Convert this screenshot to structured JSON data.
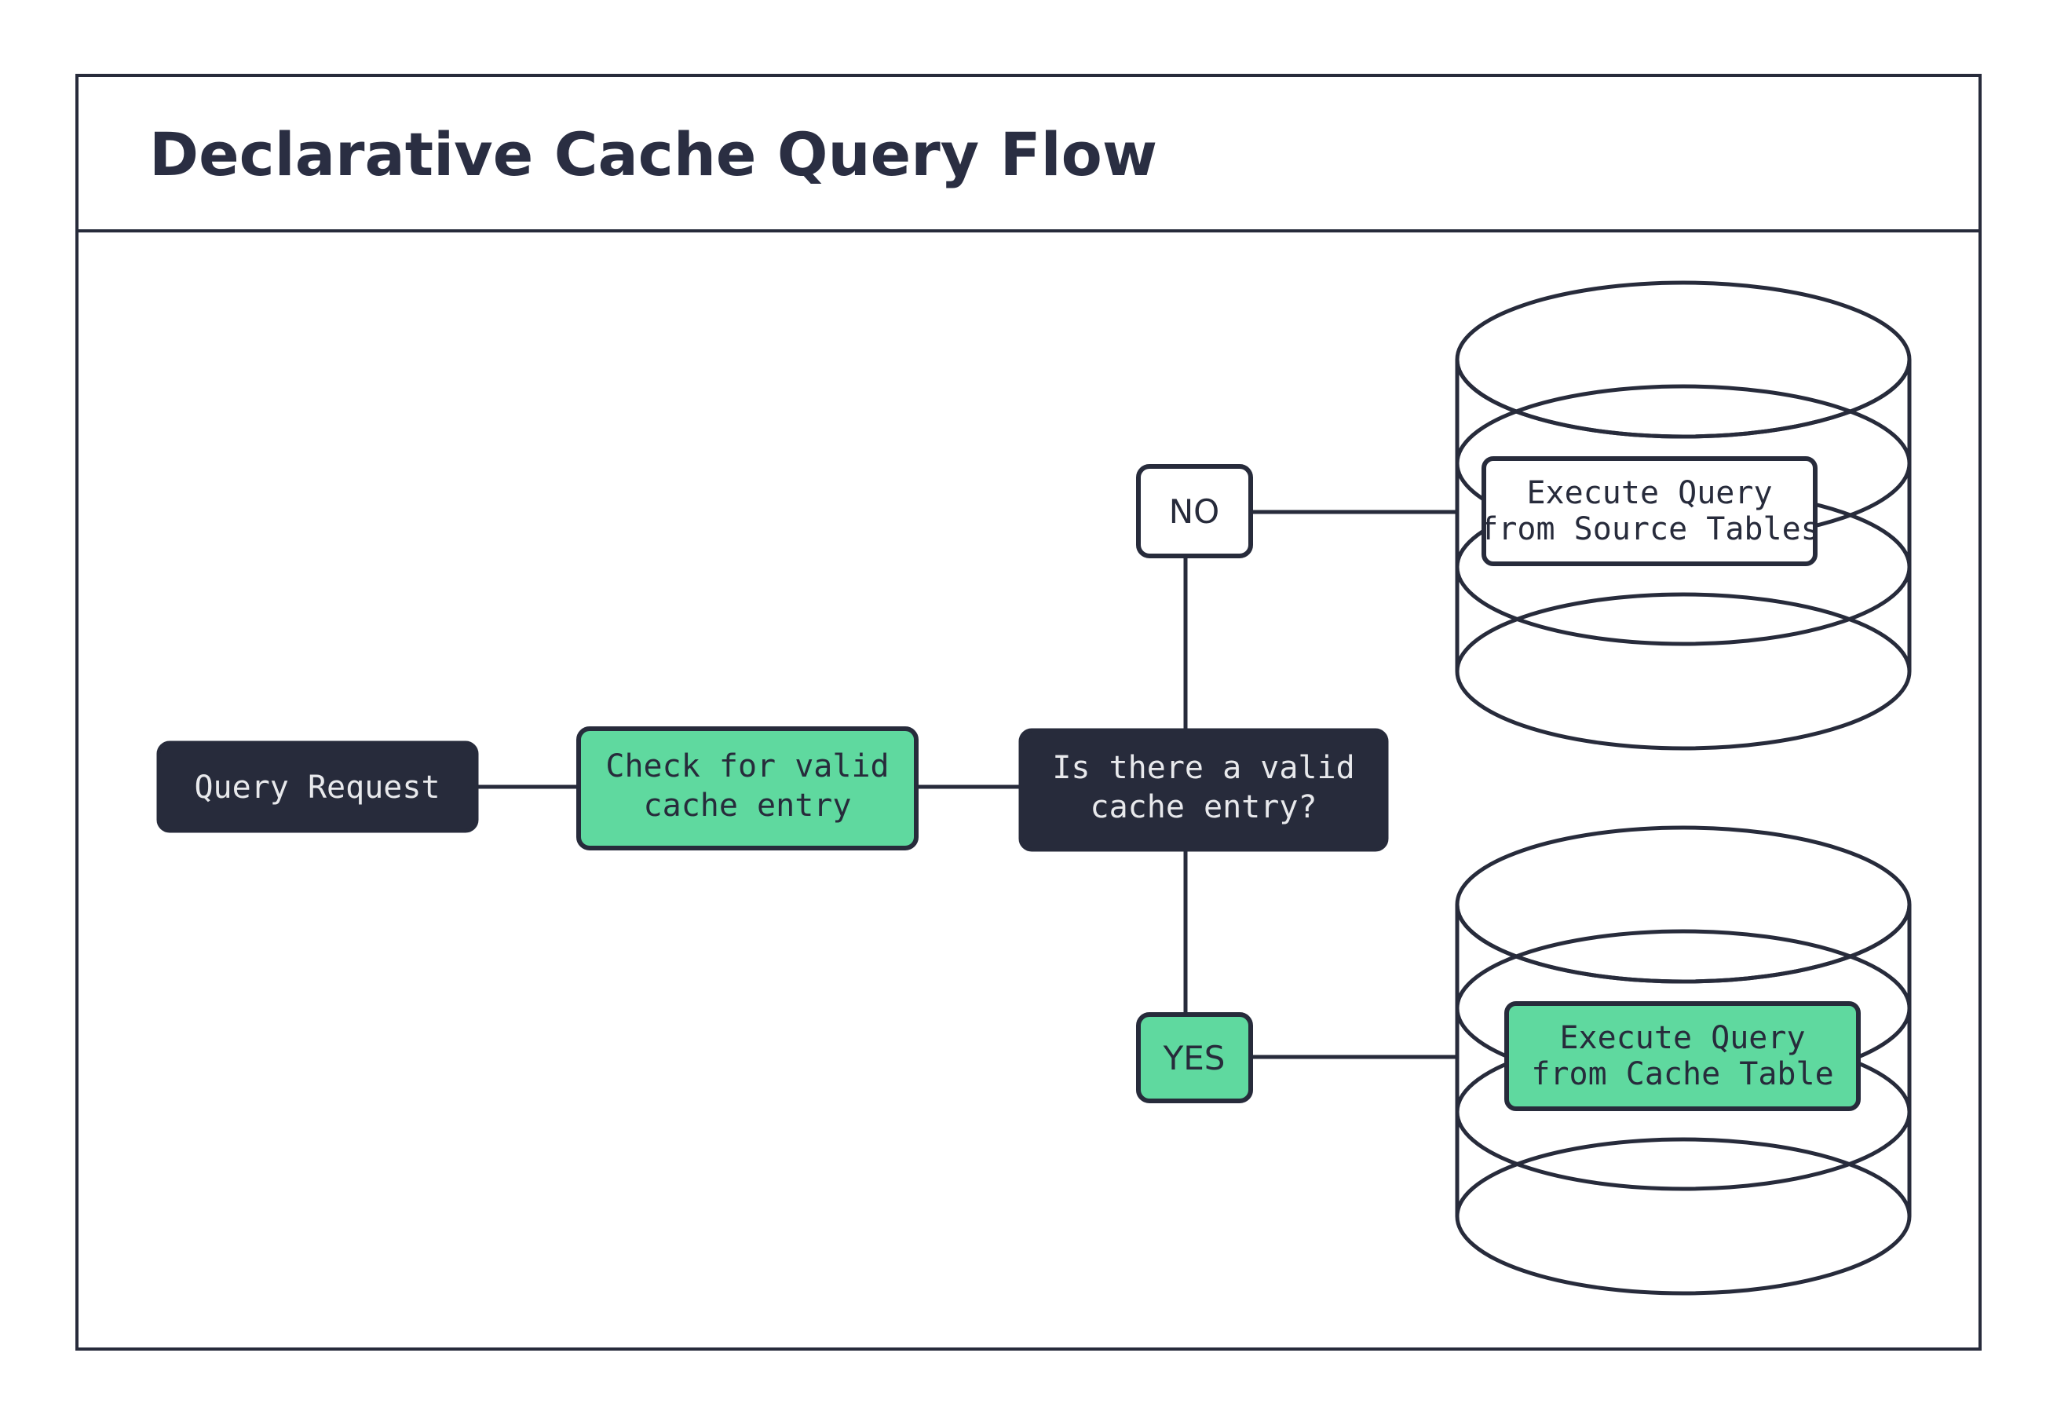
{
  "diagram": {
    "title": "Declarative Cache Query Flow",
    "nodes": {
      "query_request": {
        "label": "Query Request",
        "fill": "#272B3B",
        "text_color": "#E8E9EC"
      },
      "check_cache": {
        "label_line1": "Check for valid",
        "label_line2": "cache entry",
        "fill": "#5FD99F",
        "text_color": "#272B3B"
      },
      "decision": {
        "label_line1": "Is there a valid",
        "label_line2": "cache entry?",
        "fill": "#272B3B",
        "text_color": "#E8E9EC"
      },
      "branch_no": {
        "label": "NO",
        "fill": "#FFFFFF",
        "text_color": "#272B3B"
      },
      "branch_yes": {
        "label": "YES",
        "fill": "#5FD99F",
        "text_color": "#272B3B"
      },
      "source_tables": {
        "label_line1": "Execute Query",
        "label_line2": "from Source Tables",
        "fill": "#FFFFFF",
        "text_color": "#272B3B"
      },
      "cache_table": {
        "label_line1": "Execute Query",
        "label_line2": "from Cache Table",
        "fill": "#5FD99F",
        "text_color": "#272B3B"
      }
    },
    "shapes": {
      "source_database_icon": "database-cylinder",
      "cache_database_icon": "database-cylinder"
    },
    "colors": {
      "ink": "#272B3B",
      "accent_green": "#5FD99F",
      "surface": "#FFFFFF"
    }
  }
}
